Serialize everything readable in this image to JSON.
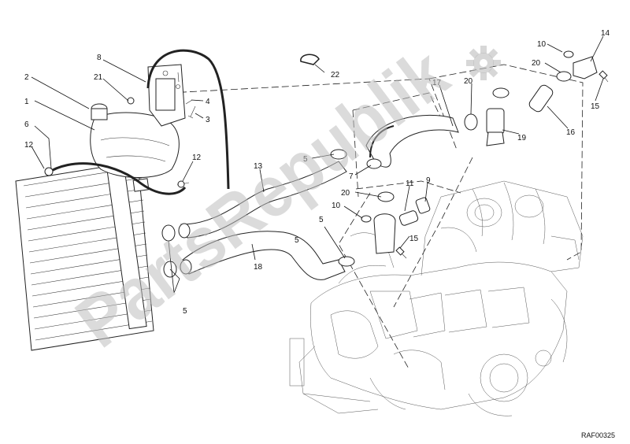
{
  "diagram": {
    "ref_code": "RAF00325",
    "watermark": "PartsRepublik",
    "callouts": [
      "1",
      "2",
      "3",
      "4",
      "5",
      "5",
      "5",
      "5",
      "6",
      "7",
      "8",
      "9",
      "10",
      "10",
      "11",
      "12",
      "12",
      "13",
      "14",
      "15",
      "15",
      "16",
      "17",
      "18",
      "19",
      "20",
      "20",
      "20",
      "21",
      "22"
    ]
  }
}
